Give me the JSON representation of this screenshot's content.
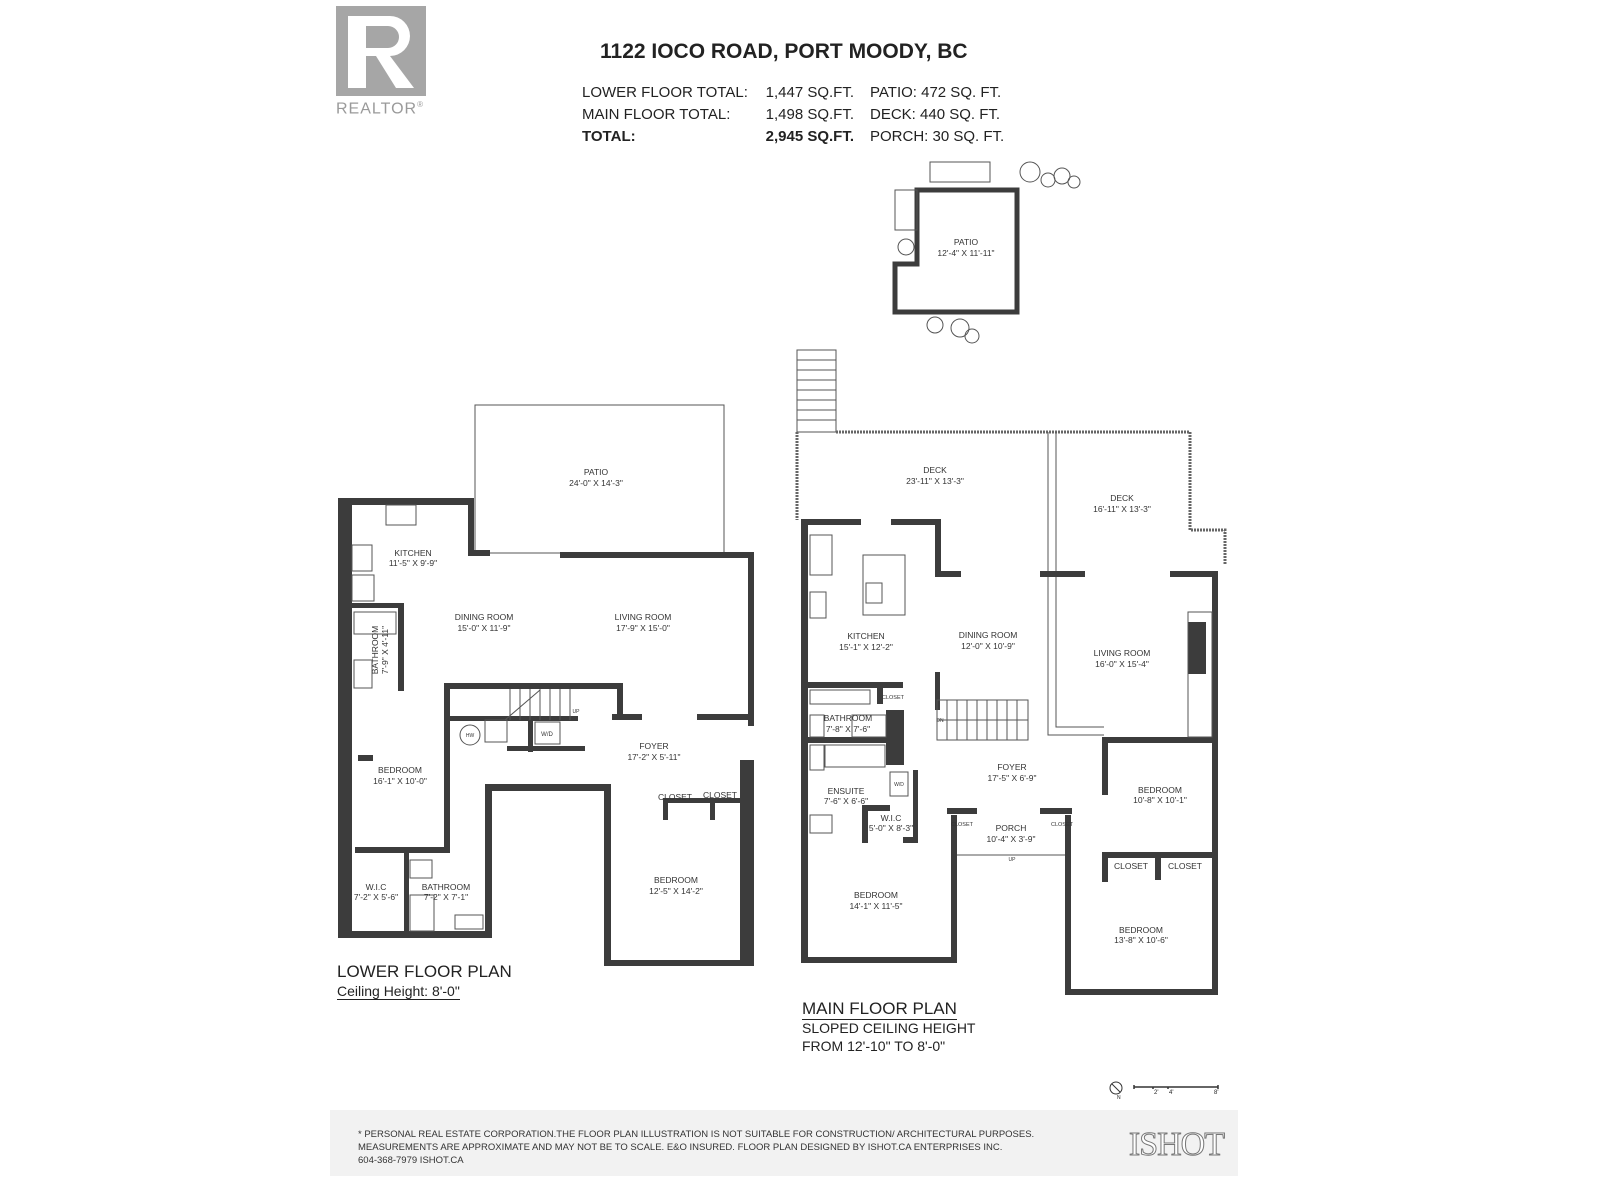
{
  "logo": {
    "text": "REALTOR",
    "mark": "®"
  },
  "header": {
    "address": "1122 IOCO ROAD, PORT MOODY, BC",
    "stats": [
      {
        "label": "LOWER FLOOR TOTAL:",
        "value": "1,447 SQ.FT.",
        "extra": "PATIO: 472 SQ. FT."
      },
      {
        "label": "MAIN FLOOR TOTAL:",
        "value": "1,498 SQ.FT.",
        "extra": "DECK:  440 SQ. FT."
      },
      {
        "label": "TOTAL:",
        "value": "2,945 SQ.FT.",
        "extra": "PORCH: 30 SQ. FT."
      }
    ]
  },
  "upper_patio": {
    "name": "PATIO",
    "dim": "12'-4\" X 11'-11\""
  },
  "lower_floor": {
    "title": "LOWER FLOOR PLAN",
    "subtitle": "Ceiling Height: 8'-0\"",
    "rooms": [
      {
        "name": "PATIO",
        "dim": "24'-0\" X 14'-3\""
      },
      {
        "name": "KITCHEN",
        "dim": "11'-5\" X 9'-9\""
      },
      {
        "name": "DINING ROOM",
        "dim": "15'-0\" X 11'-9\""
      },
      {
        "name": "LIVING ROOM",
        "dim": "17'-9\" X 15'-0\""
      },
      {
        "name": "BATHROOM",
        "dim": "7'-9\" X 4'-11\""
      },
      {
        "name": "BEDROOM",
        "dim": "16'-1\" X 10'-0\""
      },
      {
        "name": "FOYER",
        "dim": "17'-2\" X 5'-11\""
      },
      {
        "name": "W.I.C",
        "dim": "7'-2\" X 5'-6\""
      },
      {
        "name": "BATHROOM",
        "dim": "7'-2\" X 7'-1\""
      },
      {
        "name": "BEDROOM",
        "dim": "12'-5\" X 14'-2\""
      }
    ],
    "labels": {
      "closet1": "CLOSET",
      "closet2": "CLOSET",
      "hw": "HW",
      "wd": "W/D",
      "up": "UP"
    }
  },
  "main_floor": {
    "title": "MAIN FLOOR PLAN",
    "subtitle1": "SLOPED CEILING HEIGHT",
    "subtitle2": "FROM 12'-10\" TO 8'-0\"",
    "rooms": [
      {
        "name": "DECK",
        "dim": "23'-11\" X 13'-3\""
      },
      {
        "name": "DECK",
        "dim": "16'-11\" X 13'-3\""
      },
      {
        "name": "KITCHEN",
        "dim": "15'-1\" X 12'-2\""
      },
      {
        "name": "DINING ROOM",
        "dim": "12'-0\" X 10'-9\""
      },
      {
        "name": "LIVING ROOM",
        "dim": "16'-0\" X 15'-4\""
      },
      {
        "name": "BATHROOM",
        "dim": "7'-8\" X 7'-6\""
      },
      {
        "name": "FOYER",
        "dim": "17'-5\" X 6'-9\""
      },
      {
        "name": "ENSUITE",
        "dim": "7'-6\" X 6'-6\""
      },
      {
        "name": "W.I.C",
        "dim": "5'-0\" X 8'-3\""
      },
      {
        "name": "PORCH",
        "dim": "10'-4\" X 3'-9\""
      },
      {
        "name": "BEDROOM",
        "dim": "10'-8\" X 10'-1\""
      },
      {
        "name": "BEDROOM",
        "dim": "14'-1\" X 11'-5\""
      },
      {
        "name": "BEDROOM",
        "dim": "13'-8\" X 10'-6\""
      }
    ],
    "labels": {
      "closet_a": "CLOSET",
      "closet_b": "CLOSET",
      "closet_c": "CLOSET",
      "closet_d": "CLOSET",
      "closet_e": "CLOSET",
      "dn": "DN",
      "up": "UP",
      "wd": "W/D"
    }
  },
  "scale": {
    "north": "N",
    "ticks": [
      "2'",
      "4'",
      "8'"
    ]
  },
  "footer": {
    "line1": "* PERSONAL REAL ESTATE CORPORATION.THE FLOOR PLAN ILLUSTRATION IS NOT SUITABLE FOR CONSTRUCTION/ ARCHITECTURAL PURPOSES.",
    "line2": "MEASUREMENTS ARE APPROXIMATE AND MAY NOT BE TO SCALE. E&O INSURED. FLOOR PLAN DESIGNED BY ISHOT.CA ENTERPRISES INC.",
    "line3": "604-368-7979  ISHOT.CA",
    "brand": "ISHOT"
  },
  "colors": {
    "wall": "#3c3c3c",
    "logo": "#a6a6a6",
    "footer_bg": "#f2f2f2"
  }
}
